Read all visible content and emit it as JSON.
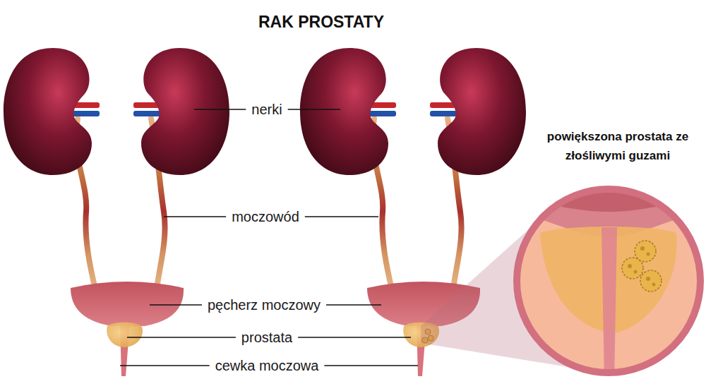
{
  "diagram": {
    "title": "RAK PROSTATY",
    "labels": [
      "nerki",
      "moczowód",
      "pęcherz moczowy",
      "prostata",
      "cewka moczowa",
      "powiększona prostata ze złośliwymi guzami"
    ]
  }
}
